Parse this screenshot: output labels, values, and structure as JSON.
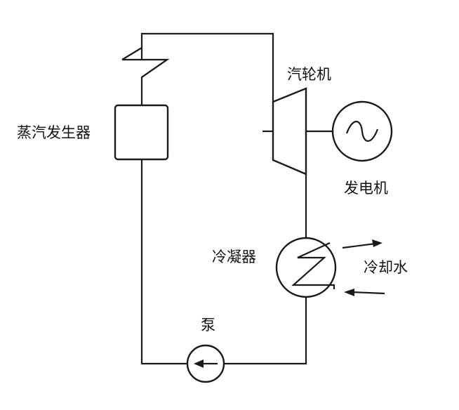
{
  "labels": {
    "steam_generator": "蒸汽发生器",
    "turbine": "汽轮机",
    "generator": "发电机",
    "condenser": "冷凝器",
    "cooling_water": "冷却水",
    "pump": "泵"
  },
  "colors": {
    "line": "#1a1a1a",
    "background": "#ffffff"
  }
}
